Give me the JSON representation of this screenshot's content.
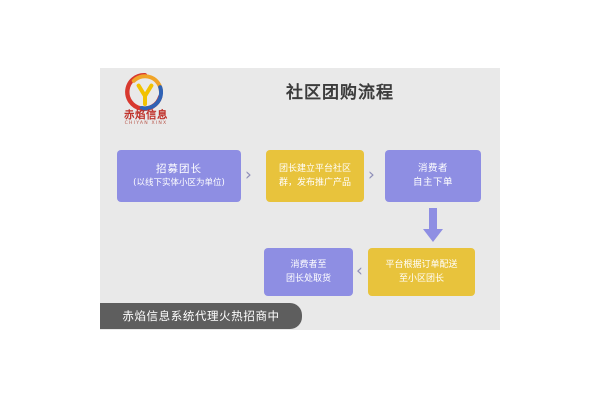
{
  "slide": {
    "title": "社区团购流程",
    "background_color": "#e9e9e9",
    "page_background": "#ffffff"
  },
  "logo": {
    "name": "赤焰信息",
    "pinyin": "CHIYAN XINX",
    "mark": "swoosh-circle-logo-icon",
    "name_color": "#c0332c"
  },
  "flow": {
    "colors": {
      "purple": "#8e8ee3",
      "yellow": "#e8c33c",
      "connector": "#8f8fb8"
    },
    "nodes": [
      {
        "id": "recruit",
        "color": "purple",
        "lines": [
          "招募团长",
          "(以线下实体小区为单位)"
        ]
      },
      {
        "id": "group",
        "color": "yellow",
        "lines": [
          "团长建立平台社区",
          "群，发布推广产品"
        ]
      },
      {
        "id": "consumer",
        "color": "purple",
        "lines": [
          "消费者",
          "自主下单"
        ]
      },
      {
        "id": "delivery",
        "color": "yellow",
        "lines": [
          "平台根据订单配送",
          "至小区团长"
        ]
      },
      {
        "id": "pickup",
        "color": "purple",
        "lines": [
          "消费者至",
          "团长处取货"
        ]
      }
    ],
    "connectors": [
      {
        "id": "recruit-to-group",
        "glyph": "›",
        "icon": "chevron-right-icon"
      },
      {
        "id": "group-to-consumer",
        "glyph": "›",
        "icon": "chevron-right-icon"
      },
      {
        "id": "consumer-to-delivery",
        "glyph": "▼",
        "icon": "arrow-down-icon"
      },
      {
        "id": "delivery-to-pickup",
        "glyph": "‹",
        "icon": "chevron-left-icon"
      }
    ]
  },
  "banner": {
    "text": "赤焰信息系统代理火热招商中",
    "background_color": "#5e5e5e",
    "text_color": "#ffffff"
  }
}
